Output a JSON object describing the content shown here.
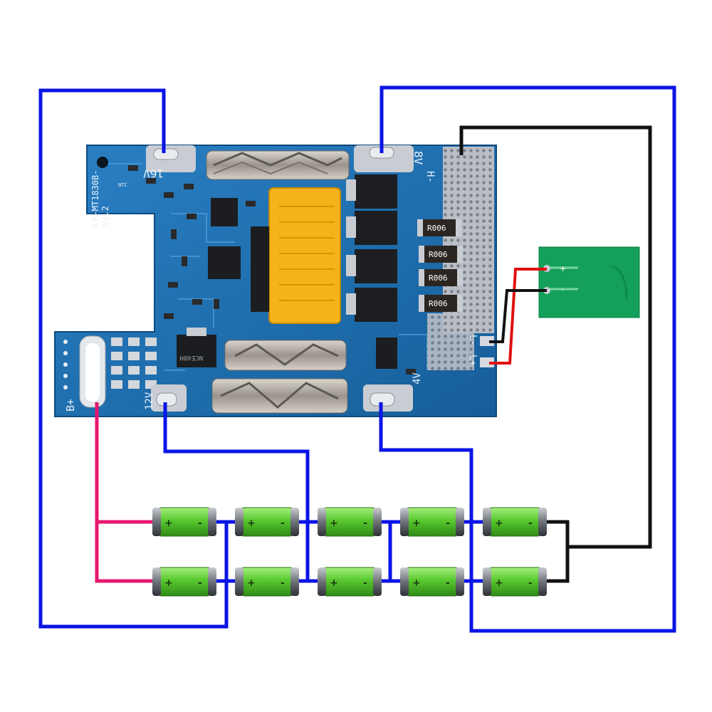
{
  "pcb": {
    "model": "LP-MT1830B-",
    "version": "V3.2",
    "labels": {
      "v16": "16V",
      "v8": "8V",
      "v12": "12V",
      "v4": "4V",
      "h_minus": "H-",
      "l_minus": "L-",
      "l_plus": "L+",
      "b_plus": "B+"
    },
    "resistors": [
      "R006",
      "R006",
      "R006",
      "R006"
    ],
    "ntc": "NTC",
    "chip_label": "NCE40H"
  },
  "daughter_board": {
    "plus": "+",
    "minus": "-"
  },
  "battery_pack": {
    "rows": 2,
    "cells_per_row": 5,
    "cell_plus": "+",
    "cell_minus": "-"
  },
  "colors": {
    "balance_wire": "#0a14e6",
    "negative_wire": "#111111",
    "positive_wire": "#e6176e",
    "red_wire": "#e01010",
    "pcb": "#1d6fb0",
    "cell": "#4fc22c"
  }
}
